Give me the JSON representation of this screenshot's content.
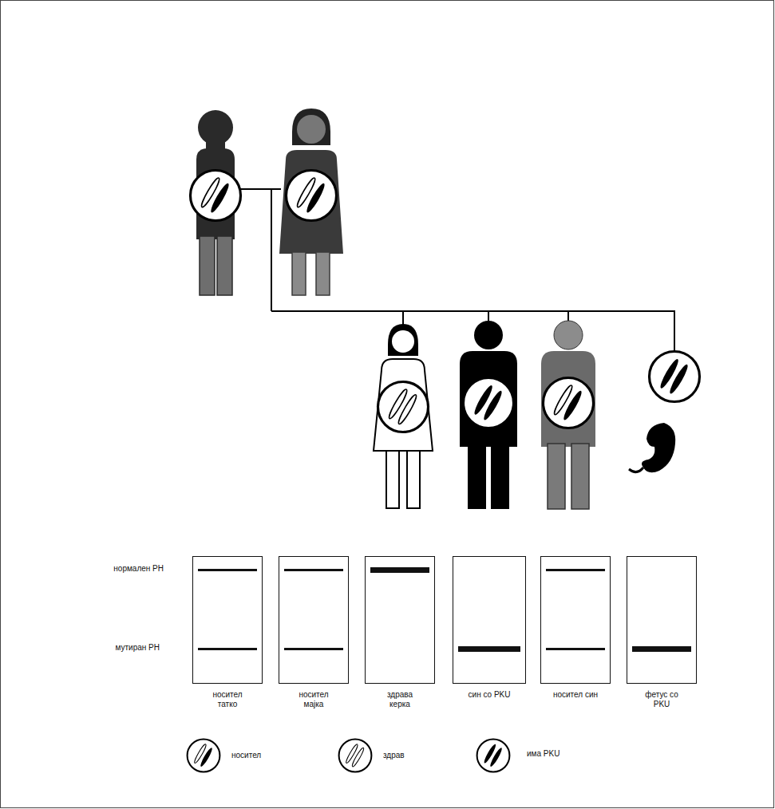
{
  "diagram": {
    "nodes": [
      {
        "text": [
          "носител татко"
        ]
      },
      {
        "text": [
          "носител мајка"
        ]
      },
      {
        "text": [
          "здрава керка"
        ]
      },
      {
        "text": [
          "син со PKU"
        ]
      },
      {
        "text": [
          "носител син"
        ]
      },
      {
        "text": [
          "фетус со PKU"
        ]
      }
    ],
    "labels": [
      "нормален PH",
      "мутиран PH"
    ],
    "legend": [
      {
        "text": "носител"
      },
      {
        "text": "здрав"
      },
      {
        "text": "има PKU"
      }
    ]
  }
}
